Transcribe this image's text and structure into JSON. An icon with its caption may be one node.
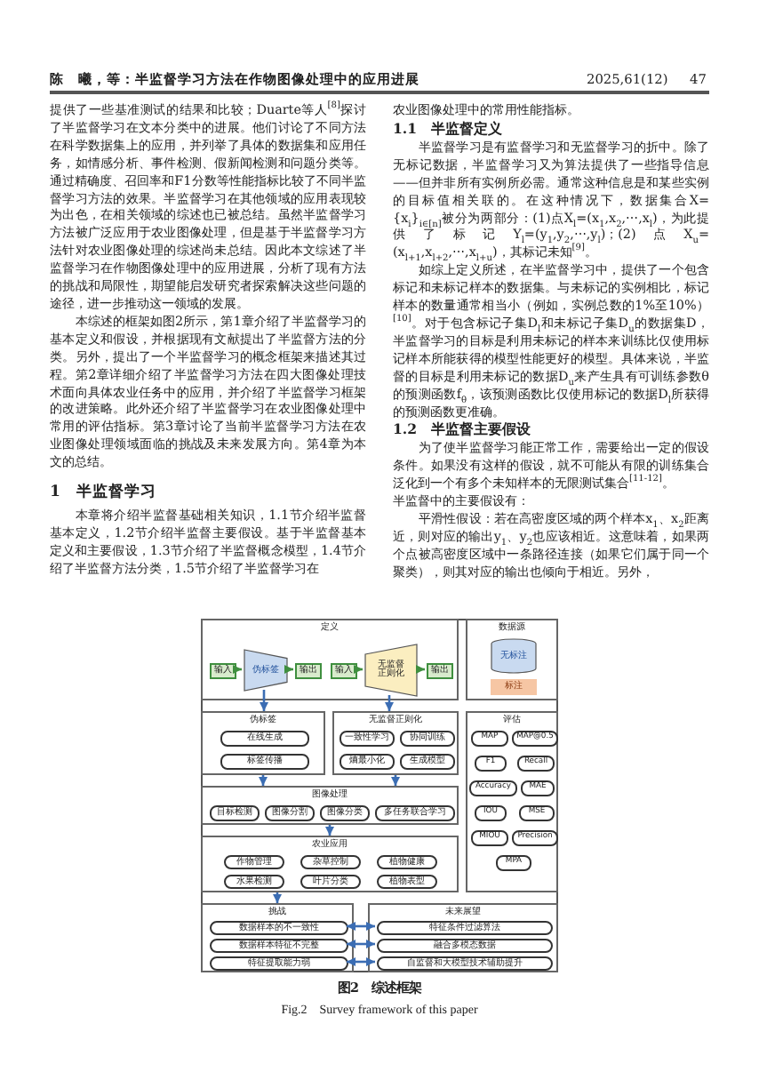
{
  "diagram": {
    "caption": "图2　综述框架",
    "nodes": [
      {
        "text": [
          "定义"
        ]
      },
      {
        "text": [
          "输入"
        ],
        "in": 0
      },
      {
        "text": [
          "伪标签"
        ],
        "in": 0
      },
      {
        "text": [
          "输出"
        ],
        "in": 0
      },
      {
        "text": [
          "输入"
        ],
        "in": 0
      },
      {
        "text": [
          "无监督正则化"
        ],
        "in": 0
      },
      {
        "text": [
          "输出"
        ],
        "in": 0
      },
      {
        "text": [
          "数据源"
        ]
      },
      {
        "text": [
          "无标注"
        ],
        "in": 7
      },
      {
        "text": [
          "标注"
        ],
        "in": 7
      },
      {
        "text": [
          "伪标签"
        ]
      },
      {
        "text": [
          "在线生成"
        ],
        "in": 10
      },
      {
        "text": [
          "标签传播"
        ],
        "in": 10
      },
      {
        "text": [
          "无监督正则化"
        ]
      },
      {
        "text": [
          "一致性学习"
        ],
        "in": 13
      },
      {
        "text": [
          "协同训练"
        ],
        "in": 13
      },
      {
        "text": [
          "熵最小化"
        ],
        "in": 13
      },
      {
        "text": [
          "生成模型"
        ],
        "in": 13
      },
      {
        "text": [
          "评估"
        ]
      },
      {
        "text": [
          "MAP"
        ],
        "in": 18
      },
      {
        "text": [
          "MAP@0.5"
        ],
        "in": 18
      },
      {
        "text": [
          "F1"
        ],
        "in": 18
      },
      {
        "text": [
          "Recall"
        ],
        "in": 18
      },
      {
        "text": [
          "Accuracy"
        ],
        "in": 18
      },
      {
        "text": [
          "MAE"
        ],
        "in": 18
      },
      {
        "text": [
          "IOU"
        ],
        "in": 18
      },
      {
        "text": [
          "MSE"
        ],
        "in": 18
      },
      {
        "text": [
          "MIOU"
        ],
        "in": 18
      },
      {
        "text": [
          "Precision"
        ],
        "in": 18
      },
      {
        "text": [
          "MPA"
        ],
        "in": 18
      },
      {
        "text": [
          "图像处理"
        ]
      },
      {
        "text": [
          "目标检测"
        ],
        "in": 30
      },
      {
        "text": [
          "图像分割"
        ],
        "in": 30
      },
      {
        "text": [
          "图像分类"
        ],
        "in": 30
      },
      {
        "text": [
          "多任务联合学习"
        ],
        "in": 30
      },
      {
        "text": [
          "农业应用"
        ]
      },
      {
        "text": [
          "作物管理"
        ],
        "in": 35
      },
      {
        "text": [
          "杂草控制"
        ],
        "in": 35
      },
      {
        "text": [
          "植物健康"
        ],
        "in": 35
      },
      {
        "text": [
          "水果检测"
        ],
        "in": 35
      },
      {
        "text": [
          "叶片分类"
        ],
        "in": 35
      },
      {
        "text": [
          "植物表型"
        ],
        "in": 35
      },
      {
        "text": [
          "挑战"
        ]
      },
      {
        "text": [
          "数据样本的不一致性"
        ],
        "in": 42
      },
      {
        "text": [
          "数据样本特征不完整"
        ],
        "in": 42
      },
      {
        "text": [
          "特征提取能力弱"
        ],
        "in": 42
      },
      {
        "text": [
          "未来展望"
        ]
      },
      {
        "text": [
          "特征条件过滤算法"
        ],
        "in": 46
      },
      {
        "text": [
          "融合多模态数据"
        ],
        "in": 46
      },
      {
        "text": [
          "自监督和大模型技术辅助提升"
        ],
        "in": 46
      }
    ],
    "edges": [
      {
        "from": 1,
        "to": 2,
        "arrow": "to",
        "color": "#3f8f3f"
      },
      {
        "from": 2,
        "to": 3,
        "arrow": "to",
        "color": "#3f8f3f"
      },
      {
        "from": 4,
        "to": 5,
        "arrow": "to",
        "color": "#3f8f3f"
      },
      {
        "from": 5,
        "to": 6,
        "arrow": "to",
        "color": "#3f8f3f"
      },
      {
        "from": 2,
        "to": 10,
        "arrow": "to"
      },
      {
        "from": 5,
        "to": 13,
        "arrow": "to"
      },
      {
        "from": 10,
        "to": 30,
        "arrow": "to"
      },
      {
        "from": 13,
        "to": 30,
        "arrow": "to"
      },
      {
        "from": 30,
        "to": 35,
        "arrow": "to"
      },
      {
        "from": 35,
        "to": 42,
        "arrow": "to"
      },
      {
        "from": 43,
        "to": 47,
        "arrow": "both"
      },
      {
        "from": 44,
        "to": 48,
        "arrow": "both"
      },
      {
        "from": 45,
        "to": 49,
        "arrow": "both"
      }
    ],
    "labels": [
      "陈　曦，等：半监督学习方法在作物图像处理中的应用进展",
      "2025,61(12)",
      "47",
      "提供了一些基准测试的结果和比较；Duarte等人$^{[8]}$探讨了半监督学习在文本分类中的进展。他们讨论了不同方法在科学数据集上的应用，并列举了具体的数据集和应用任务，如情感分析、事件检测、假新闻检测和问题分类等。通过精确度、召回率和F1分数等性能指标比较了不同半监督学习方法的效果。半监督学习在其他领域的应用表现较为出色，在相关领域的综述也已被总结。虽然半监督学习方法被广泛应用于农业图像处理，但是基于半监督学习方法针对农业图像处理的综述尚未总结。因此本文综述了半监督学习在作物图像处理中的应用进展，分析了现有方法的挑战和局限性，期望能启发研究者探索解决这些问题的途径，进一步推动这一领域的发展。",
      "本综述的框架如图2所示，第1章介绍了半监督学习的基本定义和假设，并根据现有文献提出了半监督方法的分类。另外，提出了一个半监督学习的概念框架来描述其过程。第2章详细介绍了半监督学习方法在四大图像处理技术面向具体农业任务中的应用，并介绍了半监督学习框架的改进策略。此外还介绍了半监督学习在农业图像处理中常用的评估指标。第3章讨论了当前半监督学习方法在农业图像处理领域面临的挑战及未来发展方向。第4章为本文的总结。",
      "1　半监督学习",
      "本章将介绍半监督基础相关知识，1.1节介绍半监督基本定义，1.2节介绍半监督主要假设。基于半监督基本定义和主要假设，1.3节介绍了半监督概念模型，1.4节介绍了半监督方法分类，1.5节介绍了半监督学习在",
      "农业图像处理中的常用性能指标。",
      "1.1　半监督定义",
      "半监督学习是有监督学习和无监督学习的折中。除了无标记数据，半监督学习又为算法提供了一些指导信息——但并非所有实例所必需。通常这种信息是和某些实例的目标值相关联的。在这种情况下，数据集合X={x$_{i}$}$_{i∈[n]}$被分为两部分：(1)点X$_{l}$=(x$_{1}$,x$_{2}$,⋯,x$_{l}$)，为此提供了标记Y$_{l}$=(y$_{1}$,y$_{2}$,⋯,y$_{l}$)；(2)点X$_{u}$=(x$_{l+1}$,x$_{l+2}$,⋯,x$_{l+u}$)，其标记未知$^{[9]}$。",
      "如综上定义所述，在半监督学习中，提供了一个包含标记和未标记样本的数据集。与未标记的实例相比，标记样本的数量通常相当小（例如，实例总数的1%至10%）$^{[10]}$。对于包含标记子集D$_{l}$和未标记子集D$_{u}$的数据集D，半监督学习的目标是利用未标记的样本来训练比仅使用标记样本所能获得的模型性能更好的模型。具体来说，半监督的目标是利用未标记的数据D$_{u}$来产生具有可训练参数θ的预测函数f$_{θ}$，该预测函数比仅使用标记的数据D$_{l}$所获得的预测函数更准确。",
      "1.2　半监督主要假设",
      "为了使半监督学习能正常工作，需要给出一定的假设条件。如果没有这样的假设，就不可能从有限的训练集合泛化到一个有多个未知样本的无限测试集合$^{[11-12]}$。",
      "半监督中的主要假设有：",
      "平滑性假设：若在高密度区域的两个样本x$_{1}$、x$_{2}$距离近，则对应的输出y$_{1}$、y$_{2}$也应该相近。这意味着，如果两个点被高密度区域中一条路径连接（如果它们属于同一个聚类），则其对应的输出也倾向于相近。另外，",
      "Fig.2　Survey framework of this paper"
    ]
  }
}
